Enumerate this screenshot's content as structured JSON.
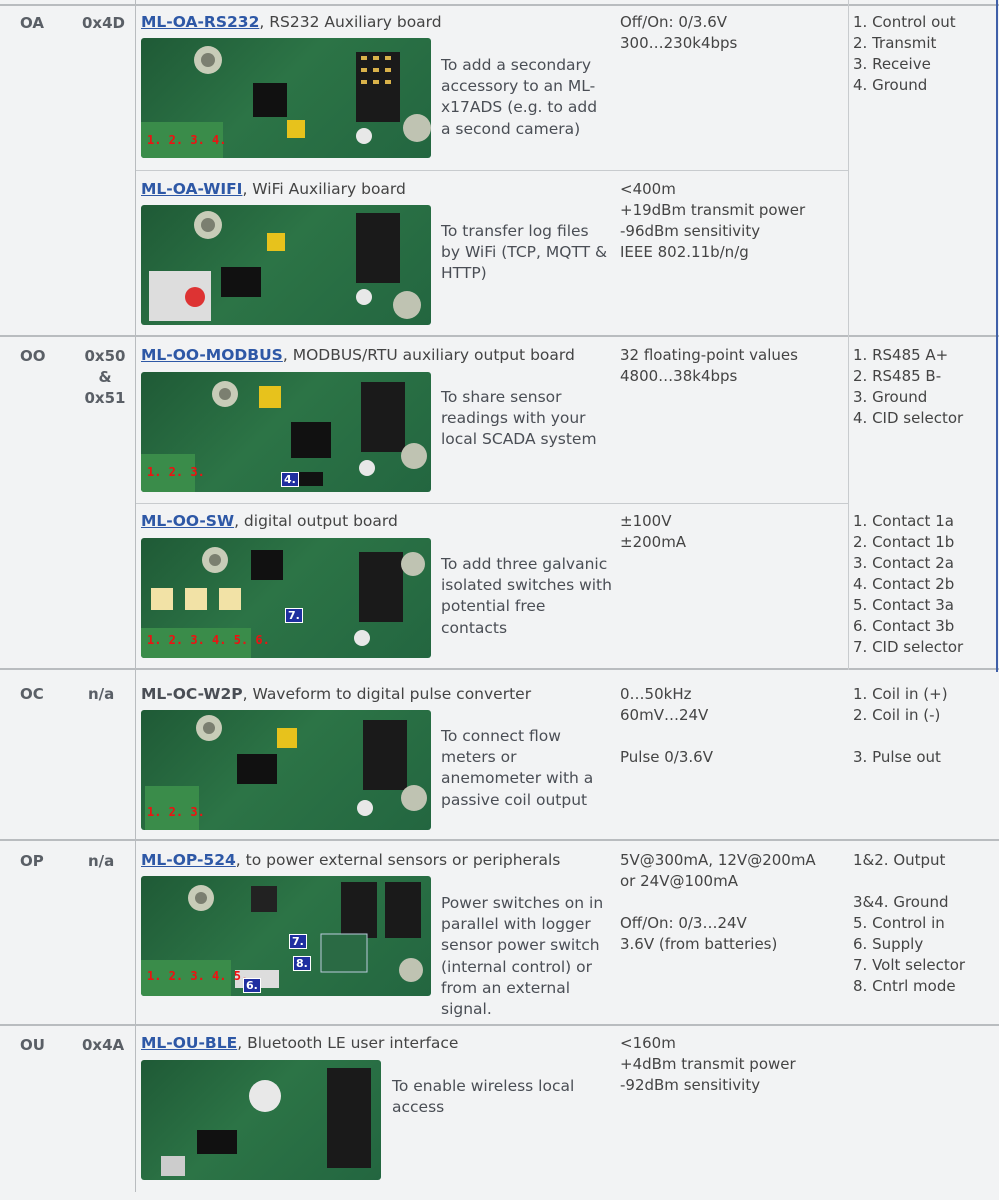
{
  "rows": [
    {
      "group": "OA",
      "cid": "0x4D",
      "items": [
        {
          "link": "ML-OA-RS232",
          "rest": ", RS232 Auxiliary board",
          "desc": "To add a secondary accessory to an ML-x17ADS (e.g. to add a second camera)",
          "spec": "Off/On: 0/3.6V\n300…230k4bps",
          "pins": "1. Control out\n2. Transmit\n3. Receive\n4. Ground",
          "badge": "1. 2. 3. 4.",
          "badge2": ""
        },
        {
          "link": "ML-OA-WIFI",
          "rest": ", WiFi Auxiliary board",
          "desc": "To transfer log files by WiFi (TCP, MQTT & HTTP)",
          "spec": "<400m\n+19dBm transmit power\n-96dBm sensitivity\nIEEE 802.11b/n/g",
          "pins": "",
          "badge": "",
          "badge2": ""
        }
      ]
    },
    {
      "group": "OO",
      "cid": "0x50\n&\n0x51",
      "items": [
        {
          "link": "ML-OO-MODBUS",
          "rest": ", MODBUS/RTU auxiliary output board",
          "desc": "To share sensor readings with your local SCADA system",
          "spec": "32 floating-point values\n4800…38k4bps",
          "pins": "1. RS485 A+\n2. RS485 B-\n3. Ground\n4. CID selector",
          "badge": "1. 2. 3.",
          "badge2": "4."
        },
        {
          "link": "ML-OO-SW",
          "rest": ", digital output board",
          "desc": "To add three galvanic isolated switches with potential free contacts",
          "spec": "±100V\n±200mA",
          "pins": "1. Contact 1a\n2. Contact 1b\n3. Contact 2a\n4. Contact 2b\n5. Contact 3a\n6. Contact 3b\n7. CID selector",
          "badge": "1. 2. 3. 4. 5. 6.",
          "badge2": "7."
        }
      ]
    },
    {
      "group": "OC",
      "cid": "n/a",
      "items": [
        {
          "link": "",
          "plain": "ML-OC-W2P",
          "rest": ", Waveform to digital pulse converter",
          "desc": "To connect flow meters or anemometer with a passive coil output",
          "spec": "0…50kHz\n60mV…24V\n\nPulse 0/3.6V",
          "pins": "1. Coil in (+)\n2. Coil in (-)\n\n3. Pulse out",
          "badge": "1. 2. 3.",
          "badge2": ""
        }
      ]
    },
    {
      "group": "OP",
      "cid": "n/a",
      "items": [
        {
          "link": "ML-OP-524",
          "rest": ", to power external sensors or peripherals",
          "desc": "Power switches on in parallel with logger sensor power switch (internal control) or from an external signal.",
          "spec": "5V@300mA, 12V@200mA\nor 24V@100mA\n\nOff/On: 0/3…24V\n3.6V (from batteries)",
          "pins": "1&2. Output\n\n3&4. Ground\n5. Control in\n6. Supply\n7. Volt selector\n8. Cntrl mode",
          "badge": "1. 2. 3. 4. 5.",
          "badge2": "6."
        }
      ]
    },
    {
      "group": "OU",
      "cid": "0x4A",
      "items": [
        {
          "link": "ML-OU-BLE",
          "rest": ", Bluetooth LE user interface",
          "desc": "To enable wireless local access",
          "spec": "<160m\n+4dBm transmit power\n-92dBm sensitivity",
          "pins": "",
          "badge": "",
          "badge2": ""
        }
      ]
    }
  ],
  "extra_badges": {
    "op7": "7.",
    "op8": "8."
  }
}
